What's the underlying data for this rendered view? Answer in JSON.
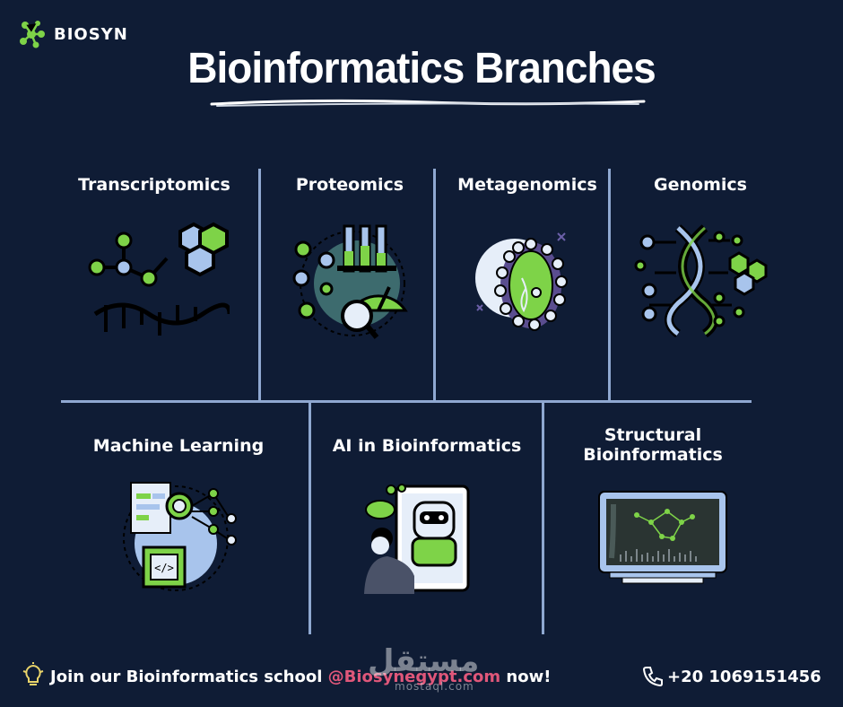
{
  "brand": {
    "name": "BIOSYN",
    "icon": "molecule-logo-icon"
  },
  "title": "Bioinformatics Branches",
  "branches": [
    {
      "label": "Transcriptomics",
      "icon": "transcriptomics-molecule-icon"
    },
    {
      "label": "Proteomics",
      "icon": "proteomics-lab-icon"
    },
    {
      "label": "Metagenomics",
      "icon": "microbe-cell-icon"
    },
    {
      "label": "Genomics",
      "icon": "dna-helix-icon"
    },
    {
      "label": "Machine Learning",
      "icon": "machine-learning-chip-icon"
    },
    {
      "label": "AI in Bioinformatics",
      "icon": "ai-robot-icon"
    },
    {
      "label": "Structural Bioinformatics",
      "label_line1": "Structural",
      "label_line2": "Bioinformatics",
      "icon": "monitor-network-icon"
    }
  ],
  "footer": {
    "prefix": "Join our Bioinformatics school ",
    "handle": "@Biosynegypt.com",
    "suffix": " now!",
    "phone": "+20 1069151456",
    "watermark": "مستقل",
    "watermark_sub": "mostaql.com"
  },
  "colors": {
    "background": "#0f1c35",
    "accent_green": "#7ed348",
    "accent_blue": "#a8c4ec",
    "handle": "#e0577a",
    "divider": "#8fa8d1"
  }
}
